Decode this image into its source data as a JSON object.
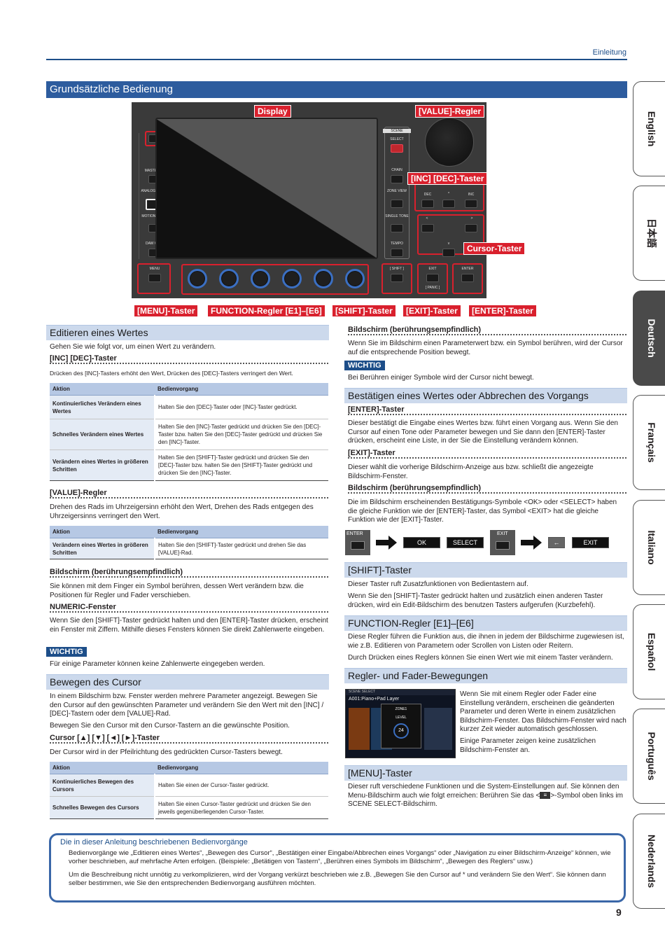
{
  "header": {
    "section": "Einleitung"
  },
  "languages": [
    "English",
    "日本語",
    "Deutsch",
    "Français",
    "Italiano",
    "Español",
    "Português",
    "Nederlands"
  ],
  "active_language": "Deutsch",
  "main_title": "Grundsätzliche Bedienung",
  "panel": {
    "callouts": {
      "display": "Display",
      "value": "[VALUE]-Regler",
      "incdec": "[INC] [DEC]-Taster",
      "cursor": "Cursor-Taster",
      "menu": "[MENU]-Taster",
      "function": "FUNCTION-Regler [E1]–[E6]",
      "shift": "[SHIFT]-Taster",
      "exit": "[EXIT]-Taster",
      "enter": "[ENTER]-Taster"
    },
    "left_labels": [
      "MASTER FX",
      "ANALOG FILTER",
      "MOTIONAL PAD",
      "DAW CTRL",
      "MENU"
    ],
    "right_labels": [
      "SCENE",
      "SELECT",
      "CHAIN",
      "ZONE VIEW",
      "SINGLE TONE",
      "TEMPO",
      "[ SHIFT ]"
    ],
    "cluster_labels": {
      "dec": "DEC",
      "up": "^",
      "inc": "INC",
      "left": "<",
      "right": ">",
      "down": "v",
      "exit": "EXIT",
      "panic": "[ PANIC ]",
      "enter": "ENTER"
    }
  },
  "left": {
    "edit": {
      "title": "Editieren eines Wertes",
      "intro": "Gehen Sie wie folgt vor, um einen Wert zu verändern.",
      "incdec_head": "[INC] [DEC]-Taster",
      "incdec_text": "Drücken des [INC]-Tasters erhöht den Wert, Drücken des [DEC]-Tasters verringert den Wert.",
      "table1": {
        "headers": [
          "Aktion",
          "Bedienvorgang"
        ],
        "rows": [
          [
            "Kontinuierliches Verändern eines Wertes",
            "Halten Sie den [DEC]-Taster oder [INC]-Taster gedrückt."
          ],
          [
            "Schnelles Verändern eines Wertes",
            "Halten Sie den [INC]-Taster gedrückt und drücken Sie den [DEC]-Taster bzw. halten Sie den [DEC]-Taster gedrückt und drücken Sie den [INC]-Taster."
          ],
          [
            "Verändern eines Wertes in größeren Schritten",
            "Halten Sie den [SHIFT]-Taster gedrückt und drücken Sie den [DEC]-Taster bzw. halten Sie den [SHIFT]-Taster gedrückt und drücken Sie den [INC]-Taster."
          ]
        ]
      },
      "value_head": "[VALUE]-Regler",
      "value_text": "Drehen des Rads im Uhrzeigersinn erhöht den Wert, Drehen des Rads entgegen des Uhrzeigersinns verringert den Wert.",
      "table2": {
        "headers": [
          "Aktion",
          "Bedienvorgang"
        ],
        "rows": [
          [
            "Verändern eines Wertes in größeren Schritten",
            "Halten Sie den [SHIFT]-Taster gedrückt und drehen Sie das [VALUE]-Rad."
          ]
        ]
      },
      "touch_head": "Bildschirm (berührungsempfindlich)",
      "touch_text": "Sie können mit dem Finger ein Symbol berühren, dessen Wert verändern bzw. die Positionen für Regler und Fader verschieben.",
      "numeric_head": "NUMERIC-Fenster",
      "numeric_text": "Wenn Sie den [SHIFT]-Taster gedrückt halten und den [ENTER]-Taster drücken, erscheint ein Fenster mit Ziffern. Mithilfe dieses Fensters können Sie direkt Zahlenwerte eingeben.",
      "wichtig": "WICHTIG",
      "wichtig_text": "Für einige Parameter können keine Zahlenwerte eingegeben werden."
    },
    "cursor": {
      "title": "Bewegen des Cursor",
      "p1": "In einem Bildschirm bzw. Fenster werden mehrere Parameter angezeigt. Bewegen Sie den Cursor auf den gewünschten Parameter und verändern Sie den Wert mit den [INC] / [DEC]-Tastern oder dem [VALUE]-Rad.",
      "p2": "Bewegen Sie den Cursor mit den Cursor-Tastern an die gewünschte Position.",
      "keys_head": "Cursor [▲] [▼] [◄] [►]-Taster",
      "keys_text": "Der Cursor wird in der Pfeilrichtung des gedrückten Cursor-Tasters bewegt.",
      "table": {
        "headers": [
          "Aktion",
          "Bedienvorgang"
        ],
        "rows": [
          [
            "Kontinuierliches Bewegen des Cursors",
            "Halten Sie einen der Cursor-Taster gedrückt."
          ],
          [
            "Schnelles Bewegen des Cursors",
            "Halten Sie einen Cursor-Taster gedrückt und drücken Sie den jeweils gegenüberliegenden Cursor-Taster."
          ]
        ]
      }
    }
  },
  "right": {
    "touch_head": "Bildschirm (berührungsempfindlich)",
    "touch_text": "Wenn Sie im Bildschirm einen Parameterwert bzw. ein Symbol berühren, wird der Cursor auf die entsprechende Position bewegt.",
    "wichtig": "WICHTIG",
    "wichtig_text": "Bei Berühren einiger Symbole wird der Cursor nicht bewegt.",
    "confirm": {
      "title": "Bestätigen eines Wertes oder Abbrechen des Vorgangs",
      "enter_head": "[ENTER]-Taster",
      "enter_text": "Dieser bestätigt die Eingabe eines Wertes bzw. führt einen Vorgang aus. Wenn Sie den Cursor auf einen Tone oder Parameter bewegen und Sie dann den [ENTER]-Taster drücken, erscheint eine Liste, in der Sie die Einstellung verändern können.",
      "exit_head": "[EXIT]-Taster",
      "exit_text": "Dieser wählt die vorherige Bildschirm-Anzeige aus bzw. schließt die angezeigte Bildschirm-Fenster.",
      "touch_head": "Bildschirm (berührungsempfindlich)",
      "touch_text": "Die im Bildschirm erscheinenden Bestätigungs-Symbole <OK> oder <SELECT> haben die gleiche Funktion wie der [ENTER]-Taster, das Symbol <EXIT> hat die gleiche Funktion wie der [EXIT]-Taster.",
      "flow": {
        "enter": "ENTER",
        "ok": "OK",
        "select": "SELECT",
        "exit_btn": "EXIT",
        "back": "←",
        "exit": "EXIT"
      }
    },
    "shift": {
      "title": "[SHIFT]-Taster",
      "p1": "Dieser Taster ruft Zusatzfunktionen von Bedientastern auf.",
      "p2": "Wenn Sie den [SHIFT]-Taster gedrückt halten und zusätzlich einen anderen Taster drücken, wird ein Edit-Bildschirm des benutzen Tasters aufgerufen (Kurzbefehl)."
    },
    "function": {
      "title": "FUNCTION-Regler [E1]–[E6]",
      "p1": "Diese Regler führen die Funktion aus, die ihnen in jedem der Bildschirme zugewiesen ist, wie z.B. Editieren von Parametern oder Scrollen von Listen oder Reitern.",
      "p2": "Durch Drücken eines Reglers können Sie einen Wert wie mit einem Taster verändern."
    },
    "moves": {
      "title": "Regler- und Fader-Bewegungen",
      "p1": "Wenn Sie mit einem Regler oder Fader eine Einstellung verändern, erscheinen die geänderten Parameter und deren Werte in einem zusätzlichen Bildschirm-Fenster. Das Bildschirm-Fenster wird nach kurzer Zeit wieder automatisch geschlossen.",
      "p2": "Einige Parameter zeigen keine zusätzlichen Bildschirm-Fenster an.",
      "shot": {
        "top": "SCENE SELECT",
        "name": "A001:Piano+Pad Layer",
        "zone": "ZONE1",
        "level": "LEVEL",
        "value": "24"
      }
    },
    "menu": {
      "title": "[MENU]-Taster",
      "p1": "Dieser ruft verschiedene Funktionen und die System-Einstellungen auf. Sie können den Menu-Bildschirm auch wie folgt erreichen: Berühren Sie das <",
      "p1b": ">-Symbol oben links im SCENE SELECT-Bildschirm."
    }
  },
  "note": {
    "title": "Die in dieser Anleitung beschriebenen Bedienvorgänge",
    "p1": "Bedienvorgänge wie „Editieren eines Wertes“, „Bewegen des Cursor“, „Bestätigen einer Eingabe/Abbrechen eines Vorgangs“ oder „Navigation zu einer Bildschirm-Anzeige“ können, wie vorher beschrieben, auf mehrfache Arten erfolgen. (Beispiele: „Betätigen von Tastern“, „Berühren eines Symbols im Bildschirm“, „Bewegen des Reglers“ usw.)",
    "p2": "Um die Beschreibung nicht unnötig zu verkomplizieren, wird der Vorgang verkürzt beschrieben wie z.B. „Bewegen Sie den Cursor auf * und verändern Sie den Wert“. Sie können dann selber bestimmen, wie Sie den entsprechenden Bedienvorgang ausführen möchten."
  },
  "page_number": "9"
}
